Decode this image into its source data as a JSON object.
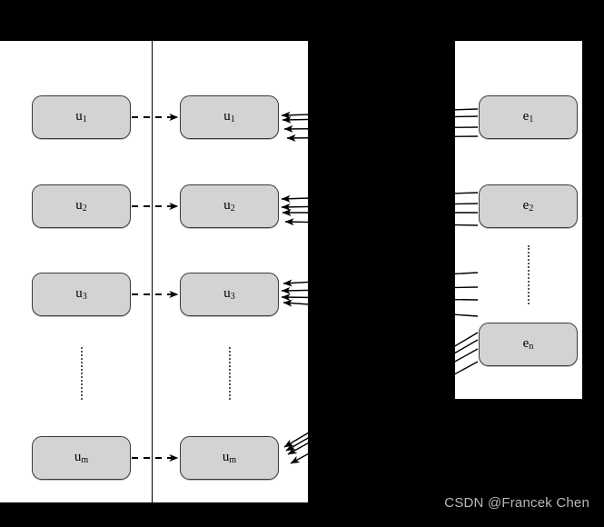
{
  "diagram": {
    "title": "Bipartite user-expert mapping diagram",
    "background_color": "#000000",
    "panel_color": "#ffffff",
    "node_fill": "#d3d3d3",
    "node_border": "#3a3a3a",
    "edge_color": "#000000"
  },
  "panels": {
    "left": {
      "name": "left-panel",
      "nodes": [
        {
          "label": "u",
          "sub": "1"
        },
        {
          "label": "u",
          "sub": "2"
        },
        {
          "label": "u",
          "sub": "3"
        },
        {
          "label": "u",
          "sub": "m"
        }
      ],
      "ellipsis": "vertical-dots"
    },
    "middle": {
      "name": "middle-panel",
      "nodes": [
        {
          "label": "u",
          "sub": "1"
        },
        {
          "label": "u",
          "sub": "2"
        },
        {
          "label": "u",
          "sub": "3"
        },
        {
          "label": "u",
          "sub": "m"
        }
      ],
      "ellipsis": "vertical-dots"
    },
    "right": {
      "name": "right-panel",
      "nodes": [
        {
          "label": "e",
          "sub": "1"
        },
        {
          "label": "e",
          "sub": "2"
        },
        {
          "label": "e",
          "sub": "n"
        }
      ],
      "ellipsis": "vertical-dots"
    }
  },
  "connectors": {
    "left_to_middle": {
      "style": "dashed-arrow",
      "count": 4
    },
    "right_to_middle": {
      "style": "solid-arrow",
      "per_target": 4
    }
  },
  "watermark": {
    "text": "CSDN @Francek Chen",
    "color": "#b9b9b9"
  }
}
